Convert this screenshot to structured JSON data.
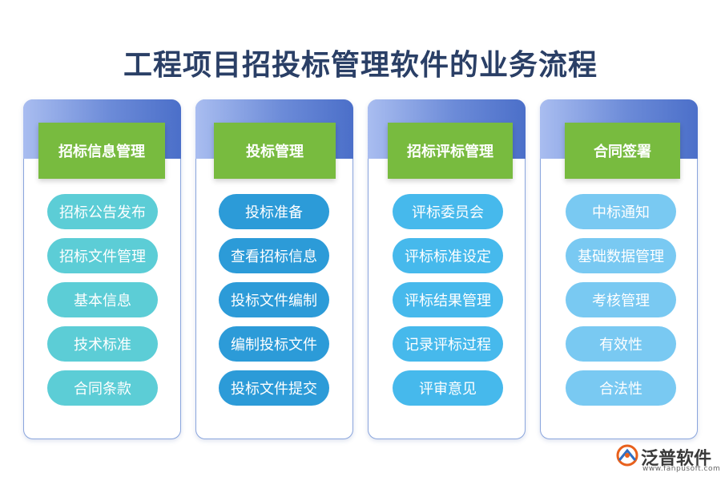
{
  "title": "工程项目招投标管理软件的业务流程",
  "columns": [
    {
      "header": "招标信息管理",
      "items": [
        "招标公告发布",
        "招标文件管理",
        "基本信息",
        "技术标准",
        "合同条款"
      ]
    },
    {
      "header": "投标管理",
      "items": [
        "投标准备",
        "查看招标信息",
        "投标文件编制",
        "编制投标文件",
        "投标文件提交"
      ]
    },
    {
      "header": "招标评标管理",
      "items": [
        "评标委员会",
        "评标标准设定",
        "评标结果管理",
        "记录评标过程",
        "评审意见"
      ]
    },
    {
      "header": "合同签署",
      "items": [
        "中标通知",
        "基础数据管理",
        "考核管理",
        "有效性",
        "合法性"
      ]
    }
  ],
  "logo": {
    "name": "泛普软件",
    "url": "www.fanpusoft.com",
    "icon": "fanpu-logo-icon"
  },
  "colors": {
    "title": "#2a3f66",
    "header_green": "#78bb3f",
    "band_blue": "#4b6fc9",
    "col1_pill": "#5ccdd6",
    "col2_pill": "#2c9bd8",
    "col3_pill": "#46b9ec",
    "col4_pill": "#79c9f2"
  }
}
